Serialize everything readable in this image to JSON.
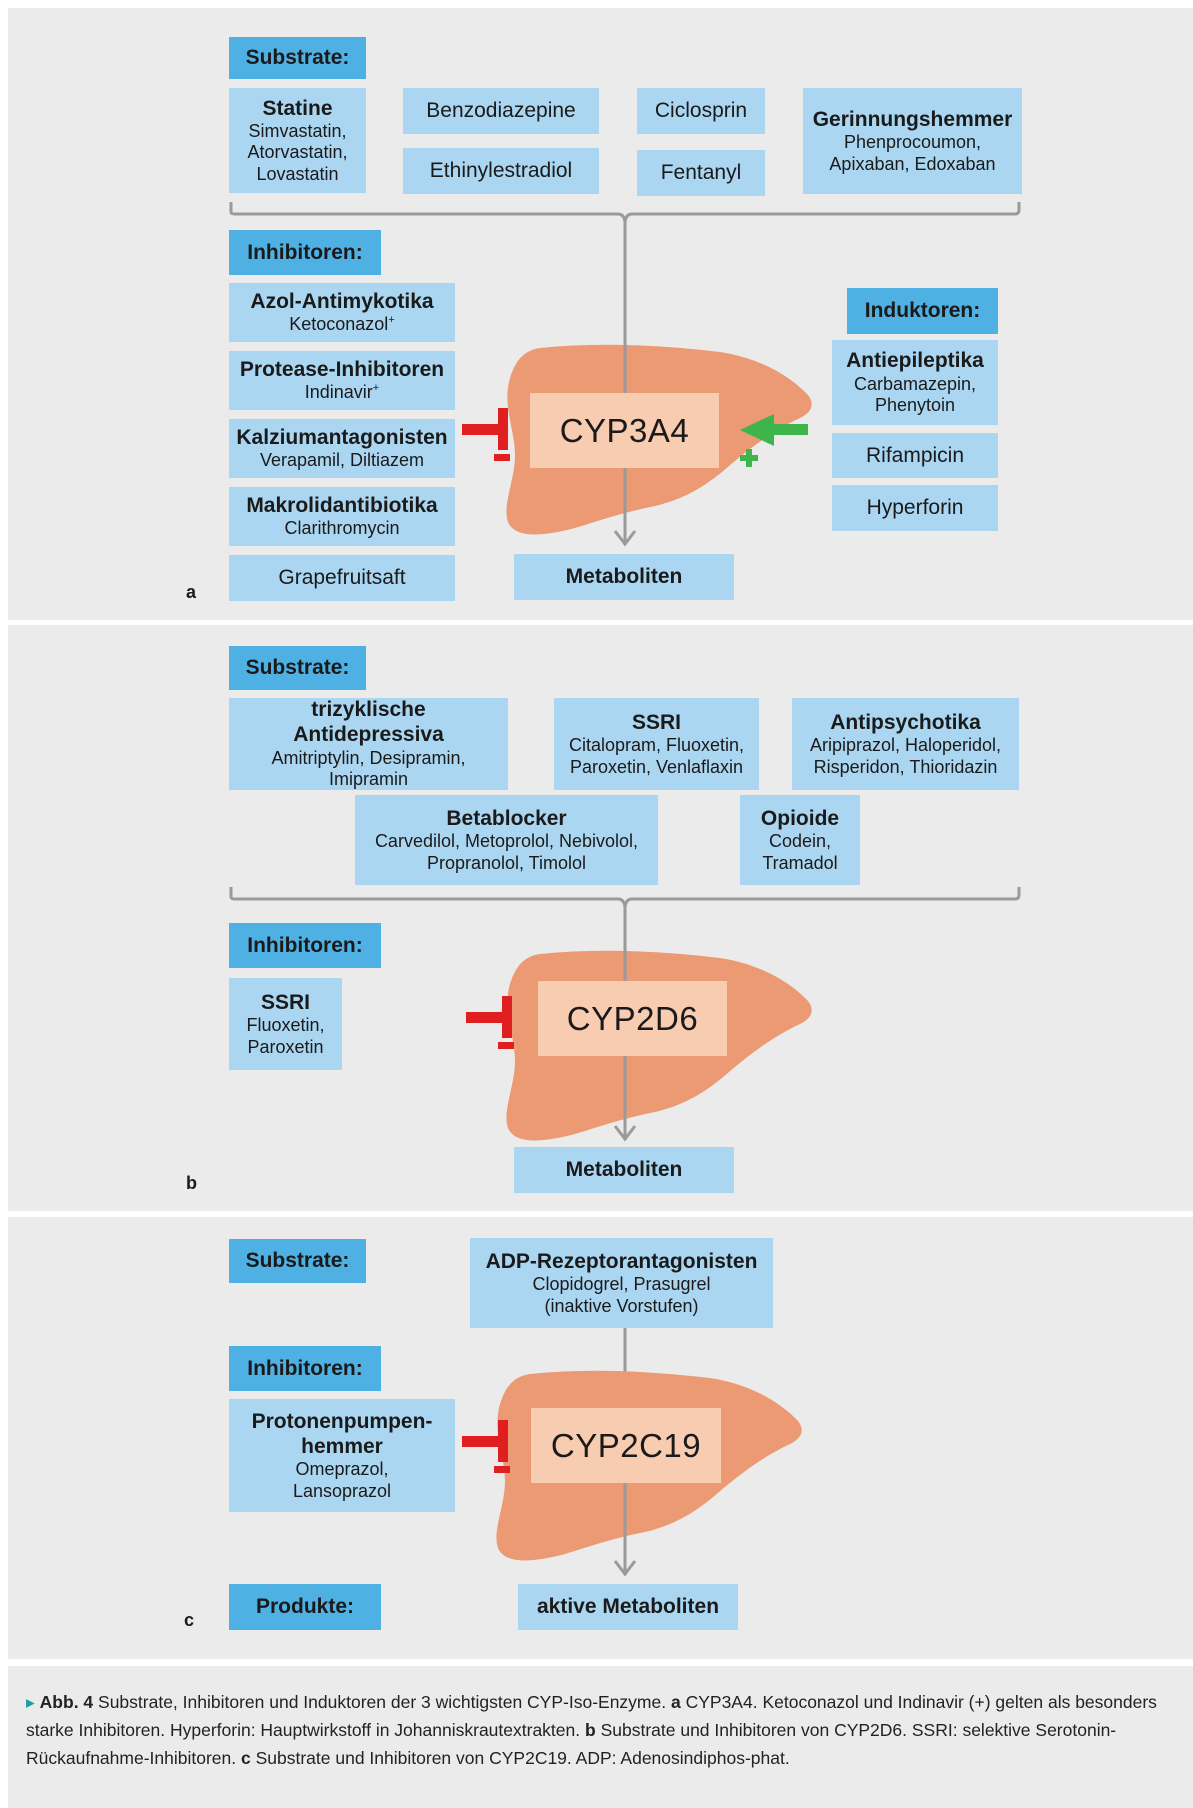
{
  "panel_a": {
    "letter": "a",
    "substrates_header": "Substrate:",
    "statine": {
      "title": "Statine",
      "l1": "Simvastatin,",
      "l2": "Atorvastatin,",
      "l3": "Lovastatin"
    },
    "benzodiazepine": "Benzodiazepine",
    "ethinylestradiol": "Ethinylestradiol",
    "ciclosprin": "Ciclosprin",
    "fentanyl": "Fentanyl",
    "gerinnung": {
      "title": "Gerinnungshemmer",
      "l1": "Phenprocoumon,",
      "l2": "Apixaban, Edoxaban"
    },
    "inhibitors_header": "Inhibitoren:",
    "azol": {
      "title": "Azol-Antimykotika",
      "sub": "Ketoconazol",
      "sup": "+"
    },
    "protease": {
      "title": "Protease-Inhibitoren",
      "sub": "Indinavir",
      "sup": "+"
    },
    "kalzium": {
      "title": "Kalziumantagonisten",
      "sub": "Verapamil, Diltiazem"
    },
    "makrolid": {
      "title": "Makrolidantibiotika",
      "sub": "Clarithromycin"
    },
    "grapefruit": "Grapefruitsaft",
    "enzyme": "CYP3A4",
    "metabolites": "Metaboliten",
    "inducers_header": "Induktoren:",
    "antiepileptika": {
      "title": "Antiepileptika",
      "l1": "Carbamazepin,",
      "l2": "Phenytoin"
    },
    "rifampicin": "Rifampicin",
    "hyperforin": "Hyperforin"
  },
  "panel_b": {
    "letter": "b",
    "substrates_header": "Substrate:",
    "trizyklisch": {
      "title": "trizyklische Antidepressiva",
      "l1": "Amitriptylin, Desipramin,",
      "l2": "Imipramin"
    },
    "ssri_sub": {
      "title": "SSRI",
      "l1": "Citalopram, Fluoxetin,",
      "l2": "Paroxetin, Venlaflaxin"
    },
    "antipsychotika": {
      "title": "Antipsychotika",
      "l1": "Aripiprazol, Haloperidol,",
      "l2": "Risperidon, Thioridazin"
    },
    "betablocker": {
      "title": "Betablocker",
      "l1": "Carvedilol, Metoprolol, Nebivolol,",
      "l2": "Propranolol, Timolol"
    },
    "opioide": {
      "title": "Opioide",
      "l1": "Codein,",
      "l2": "Tramadol"
    },
    "inhibitors_header": "Inhibitoren:",
    "ssri_inh": {
      "title": "SSRI",
      "l1": "Fluoxetin,",
      "l2": "Paroxetin"
    },
    "enzyme": "CYP2D6",
    "metabolites": "Metaboliten"
  },
  "panel_c": {
    "letter": "c",
    "substrates_header": "Substrate:",
    "adp": {
      "title": "ADP-Rezeptorantagonisten",
      "l1": "Clopidogrel, Prasugrel",
      "l2": "(inaktive Vorstufen)"
    },
    "inhibitors_header": "Inhibitoren:",
    "ppi": {
      "t1": "Protonenpumpen-",
      "t2": "hemmer",
      "l1": "Omeprazol,",
      "l2": "Lansoprazol"
    },
    "enzyme": "CYP2C19",
    "products_header": "Produkte:",
    "active_metabolites": "aktive Metaboliten"
  },
  "caption": {
    "marker": "▸",
    "label": "Abb. 4",
    "text1": "Substrate, Inhibitoren und Induktoren der 3 wichtigsten CYP-Iso-Enzyme.",
    "a": "a",
    "text_a": "CYP3A4. Ketoconazol und Indinavir (+) gelten als besonders starke Inhibitoren. Hyperforin: Hauptwirkstoff in Johanniskrautextrakten.",
    "b": "b",
    "text_b": "Substrate und Inhibitoren von CYP2D6. SSRI: selektive Serotonin-Rückaufnahme-Inhibitoren.",
    "c": "c",
    "text_c": "Substrate und Inhibitoren von CYP2C19. ADP: Adenosindiphos-phat."
  },
  "colors": {
    "panel_bg": "#ebebeb",
    "box": "#abd6f1",
    "header": "#4fb0e3",
    "liver": "#eb9a73",
    "enzyme": "#f8ccb0",
    "inhibit": "#e02020",
    "induce": "#3db54a",
    "line": "#9a9a9a"
  }
}
